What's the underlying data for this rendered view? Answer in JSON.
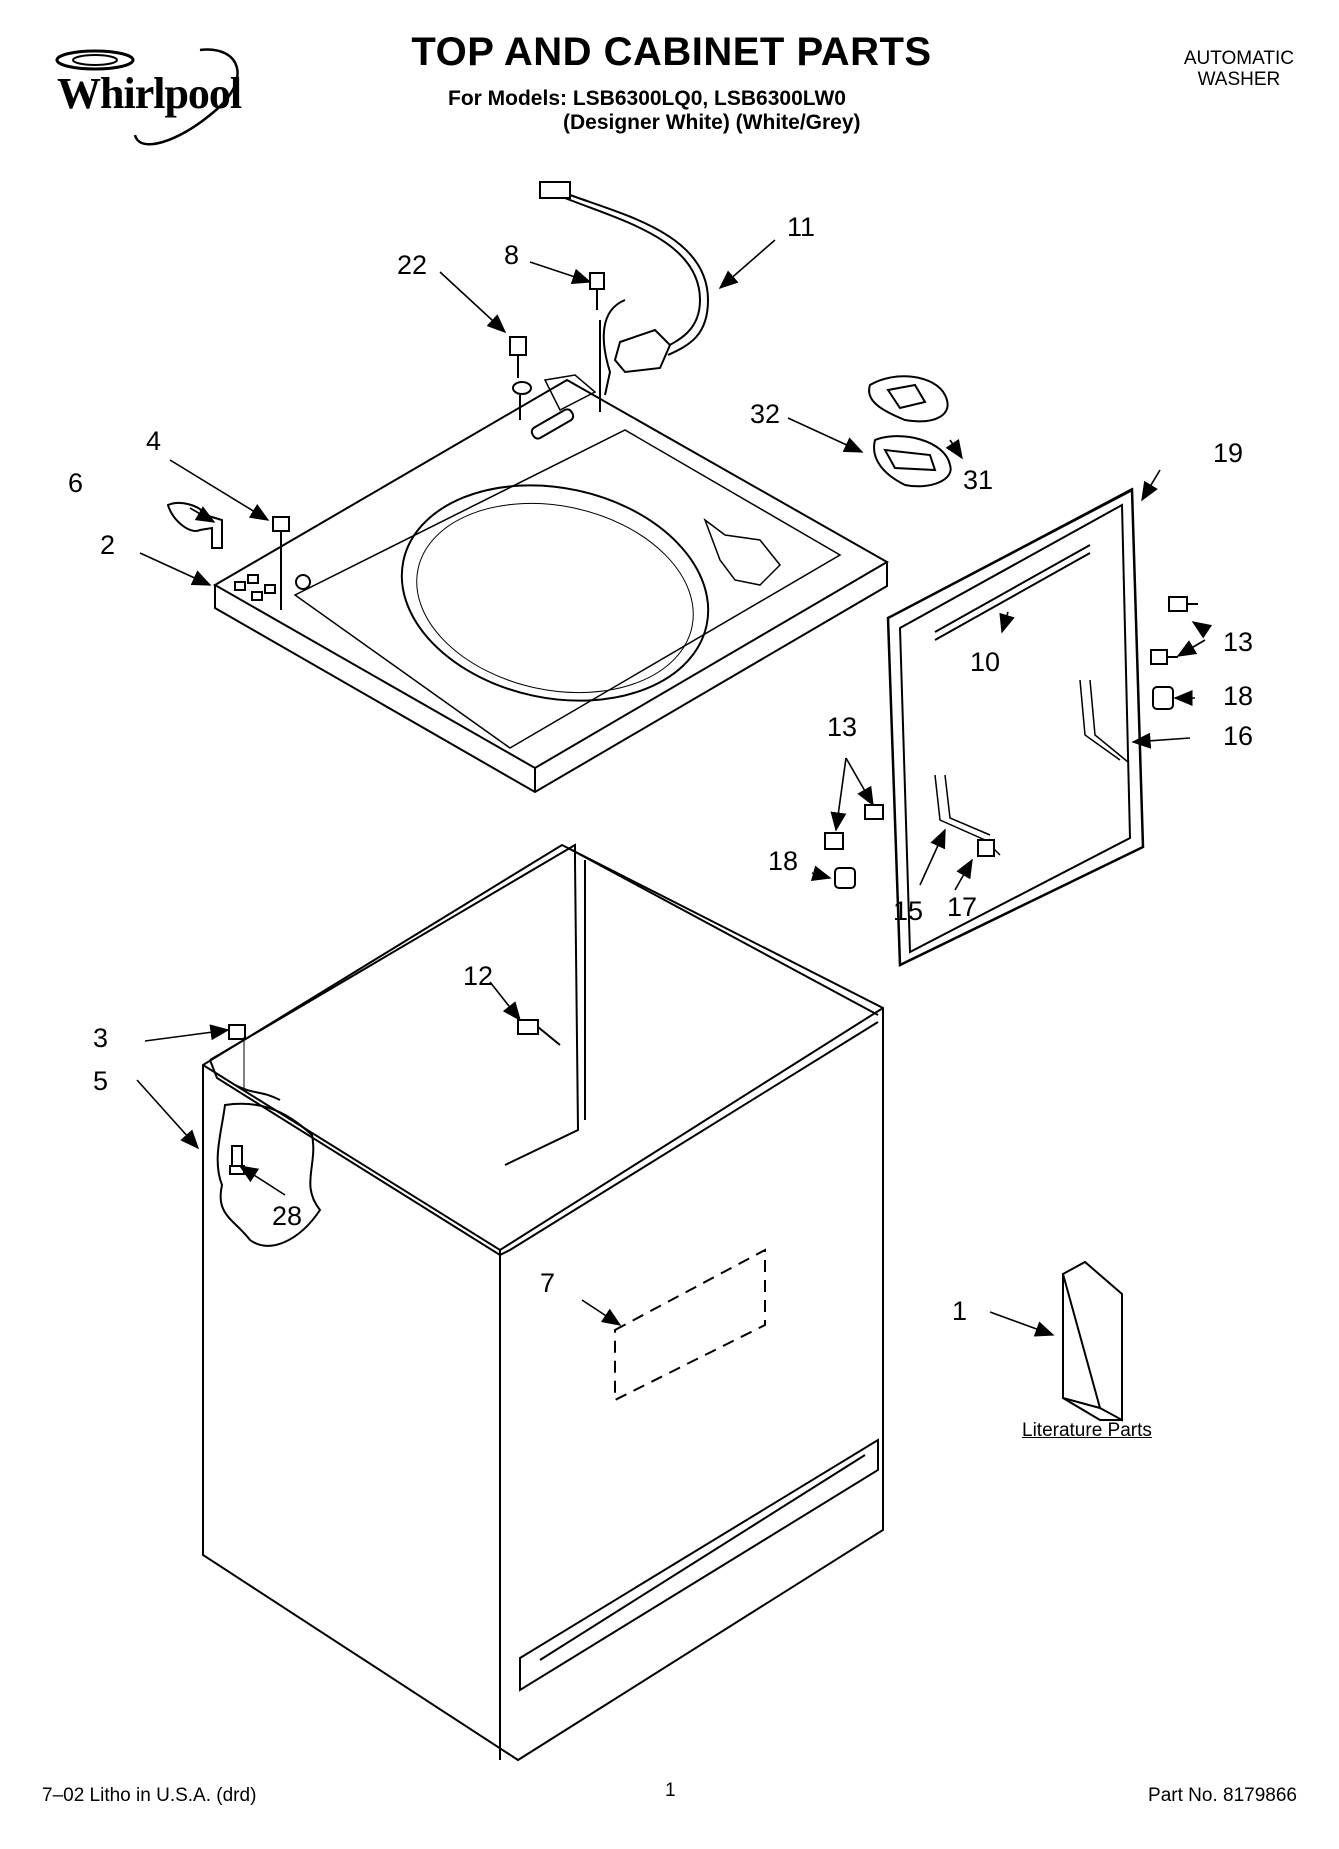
{
  "header": {
    "brand": "Whirlpool",
    "title": "TOP AND CABINET PARTS",
    "models_line": "For Models: LSB6300LQ0, LSB6300LW0",
    "colors_line": "(Designer White) (White/Grey)",
    "corner_line1": "AUTOMATIC",
    "corner_line2": "WASHER"
  },
  "callouts": {
    "c1": "1",
    "c2": "2",
    "c3": "3",
    "c4": "4",
    "c5": "5",
    "c6": "6",
    "c7": "7",
    "c8": "8",
    "c10": "10",
    "c11": "11",
    "c12": "12",
    "c13a": "13",
    "c13b": "13",
    "c15": "15",
    "c16": "16",
    "c17": "17",
    "c18a": "18",
    "c18b": "18",
    "c19": "19",
    "c22": "22",
    "c28": "28",
    "c31": "31",
    "c32": "32"
  },
  "literature_label": "Literature Parts",
  "footer": {
    "left": "7–02 Litho in U.S.A. (drd)",
    "page": "1",
    "part_no": "Part No. 8179866"
  }
}
